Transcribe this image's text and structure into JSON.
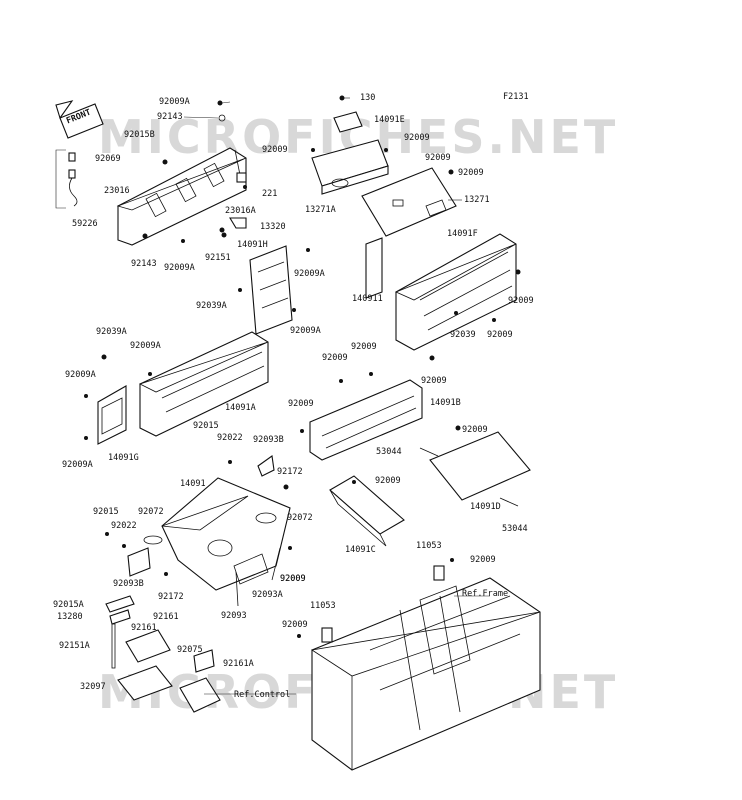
{
  "figure_code": "F2131",
  "watermark": "MICROFICHES.NET",
  "front_arrow_label": "FRONT",
  "refs": {
    "frame": "Ref.Frame",
    "control": "Ref.Control"
  },
  "callouts": [
    "92009A",
    "92143",
    "92015B",
    "92069",
    "23016",
    "59226",
    "221",
    "23016A",
    "13320",
    "92151",
    "92143",
    "92009A",
    "130",
    "14091E",
    "92009",
    "92009",
    "92009",
    "92009",
    "13271",
    "13271A",
    "14091H",
    "92009A",
    "92039A",
    "92009A",
    "14091F",
    "140911",
    "92009",
    "92039",
    "92009",
    "92009",
    "92039A",
    "92009A",
    "92009A",
    "14091A",
    "14091G",
    "92009A",
    "92009",
    "92009",
    "92009",
    "14091B",
    "92015",
    "92022",
    "92093B",
    "92172",
    "53044",
    "92009",
    "14091D",
    "53044",
    "14091",
    "92015",
    "92072",
    "92022",
    "92072",
    "92009",
    "92009",
    "14091C",
    "92093B",
    "92172",
    "92009",
    "92093A",
    "92093",
    "11053",
    "92009",
    "11053",
    "92009",
    "92015A",
    "13280",
    "92161",
    "92161",
    "92151A",
    "92075",
    "92161A",
    "32097"
  ]
}
